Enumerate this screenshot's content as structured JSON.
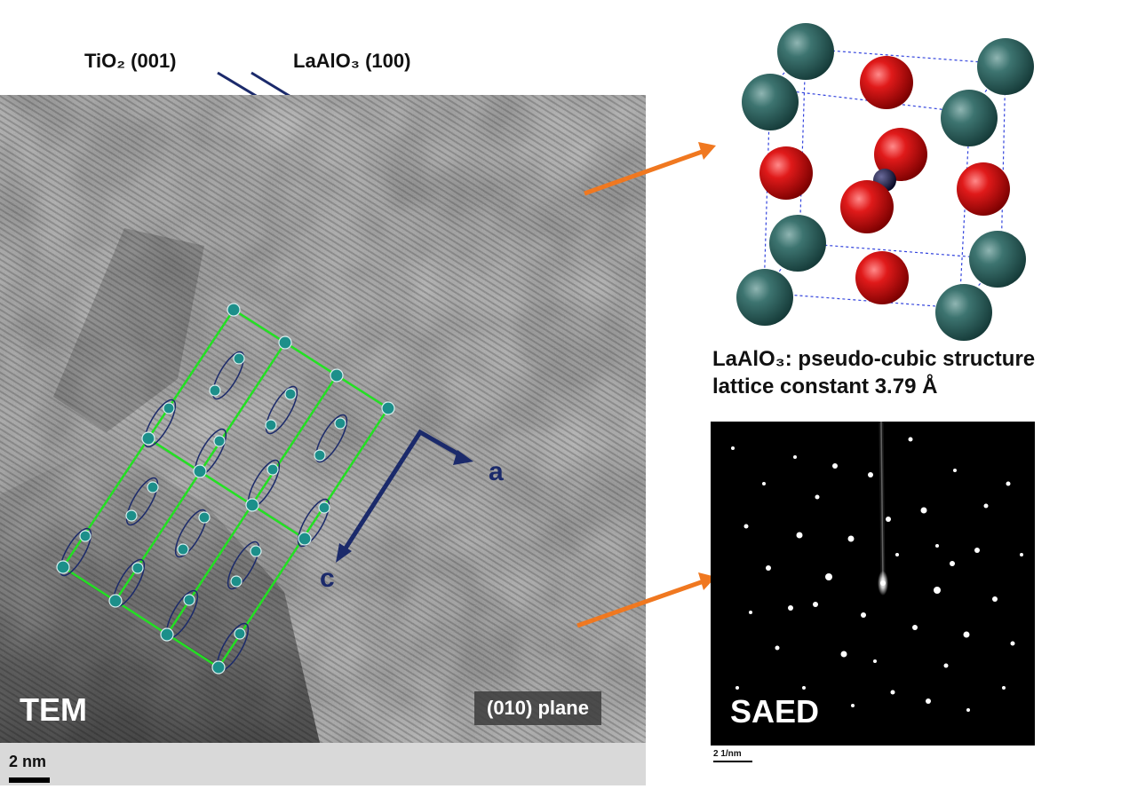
{
  "top_labels": {
    "tio2": "TiO₂ (001)",
    "laalo3": "LaAlO₃ (100)"
  },
  "tem": {
    "label": "TEM",
    "plane_label": "(010) plane",
    "scale_label": "2 nm",
    "axis_a": "a",
    "axis_c": "c"
  },
  "structure": {
    "caption_line1": "LaAlO₃: pseudo-cubic structure",
    "caption_line2": "lattice constant 3.79 Å"
  },
  "saed": {
    "label": "SAED",
    "scale_label": "2 1/nm"
  },
  "colors": {
    "la_atom": "#2f5f5c",
    "o_atom": "#cc1010",
    "al_atom": "#0a0a2a",
    "lattice_line": "#22e022",
    "arrow": "#f07820",
    "axis_arrow": "#1b2a6b"
  }
}
